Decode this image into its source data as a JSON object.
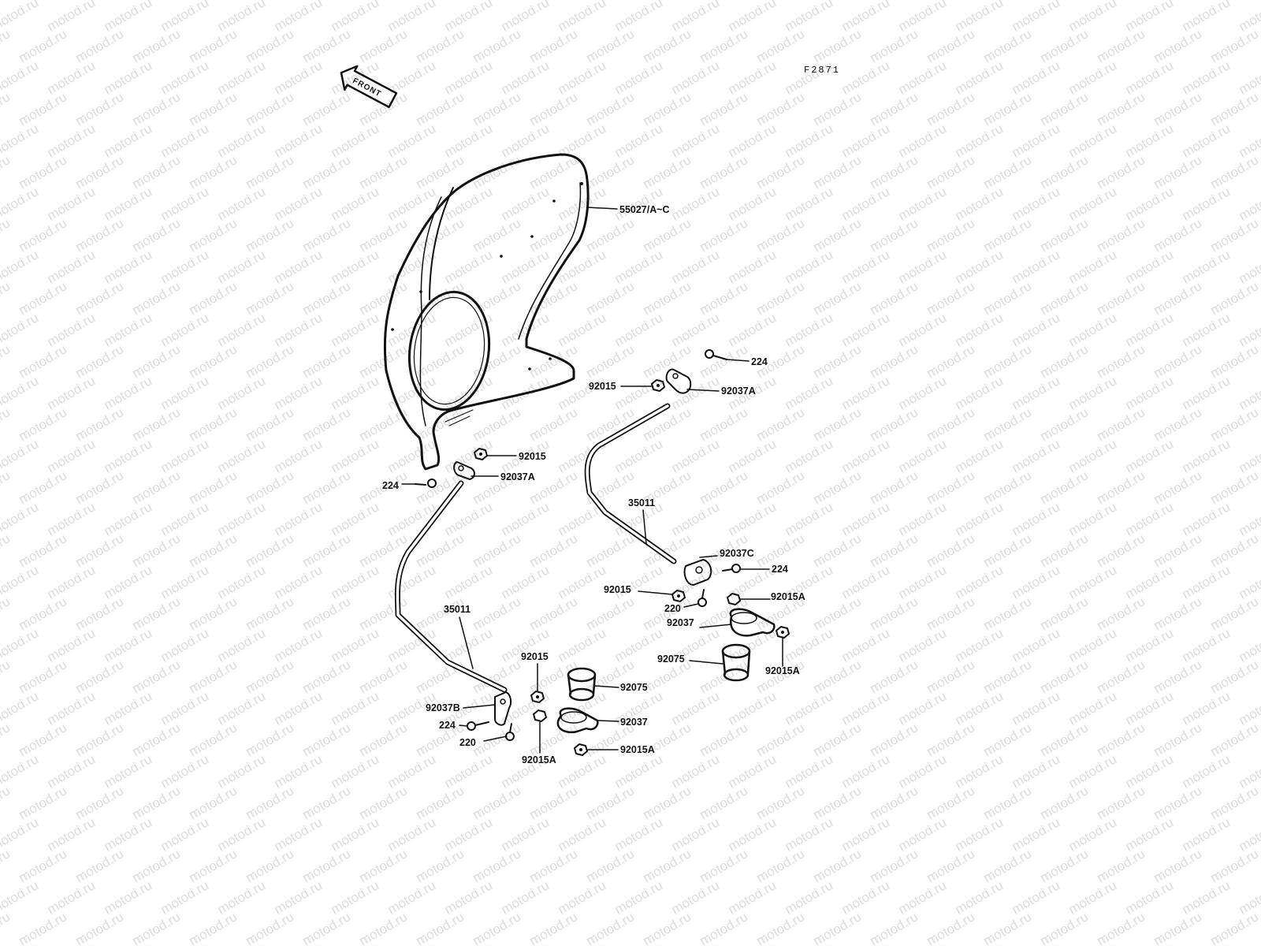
{
  "figure_code": "F2871",
  "front_label": "FRONT",
  "watermark": "motod.ru",
  "part_labels": {
    "windshield": "55027/A~C",
    "bolt_right_top": "224",
    "nut_right_top": "92015",
    "bracket_right_top": "92037A",
    "nut_left_top": "92015",
    "bracket_left_top": "92037A",
    "bolt_left_top": "224",
    "stay_right": "35011",
    "bracket_right_lower": "92037C",
    "bolt_right_lower": "224",
    "nut_right_lower": "92015",
    "screw_right_lower": "220",
    "nut_a_right_1": "92015A",
    "clamp_right": "92037",
    "rubber_right": "92075",
    "nut_a_right_2": "92015A",
    "stay_left": "35011",
    "nut_left_lower": "92015",
    "rubber_left": "92075",
    "bracket_left_lower": "92037B",
    "clamp_left": "92037",
    "bolt_left_lower": "224",
    "screw_left_lower": "220",
    "nut_a_left_1": "92015A",
    "nut_a_left_2": "92015A"
  }
}
